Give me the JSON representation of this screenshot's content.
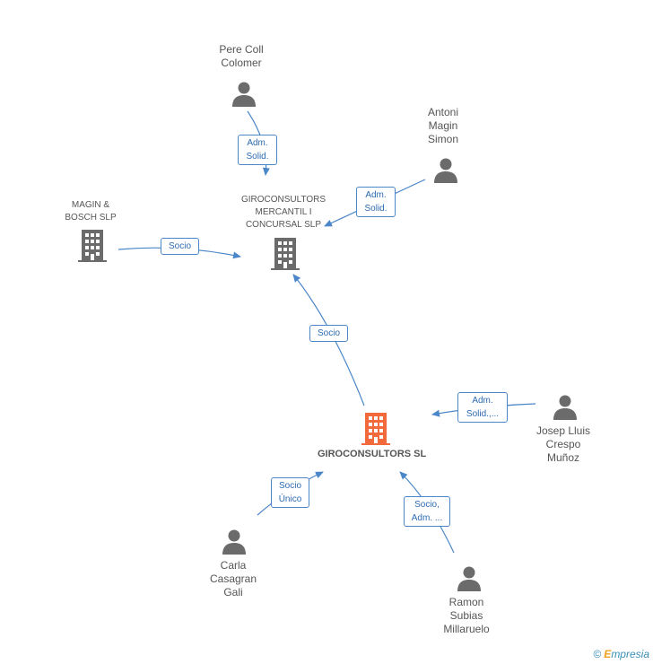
{
  "colors": {
    "edge": "#4a86c8",
    "person": "#6b6b6b",
    "company": "#6b6b6b",
    "main_company": "#f26a3c"
  },
  "nodes": {
    "pere": [
      "Pere Coll",
      "Colomer"
    ],
    "antoni": [
      "Antoni",
      "Magin",
      "Simon"
    ],
    "magin_bosch": [
      "MAGIN &",
      "BOSCH  SLP"
    ],
    "giro_mercantil": [
      "GIROCONSULTORS",
      "MERCANTIL I",
      "CONCURSAL  SLP"
    ],
    "giro_sl": "GIROCONSULTORS SL",
    "josep": [
      "Josep Lluis",
      "Crespo",
      "Muñoz"
    ],
    "carla": [
      "Carla",
      "Casagran",
      "Gali"
    ],
    "ramon": [
      "Ramon",
      "Subias",
      "Millaruelo"
    ]
  },
  "edges": {
    "pere_to_mercantil": [
      "Adm.",
      "Solid."
    ],
    "antoni_to_mercantil": [
      "Adm.",
      "Solid."
    ],
    "magin_to_mercantil": [
      "Socio"
    ],
    "sl_to_mercantil": [
      "Socio"
    ],
    "josep_to_sl": [
      "Adm.",
      "Solid.,..."
    ],
    "carla_to_sl": [
      "Socio",
      "Único"
    ],
    "ramon_to_sl": [
      "Socio,",
      "Adm. ..."
    ]
  },
  "footer": {
    "copyright": "©",
    "brand_initial": "E",
    "brand_rest": "mpresia"
  }
}
